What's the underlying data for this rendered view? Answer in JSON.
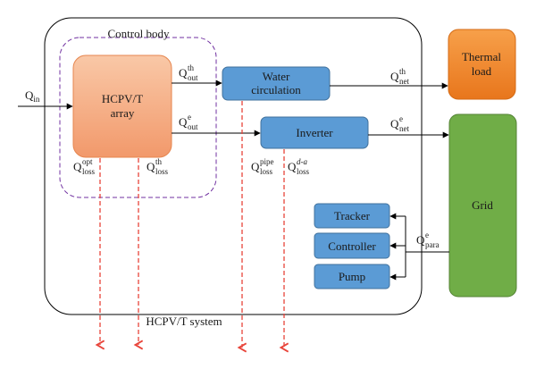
{
  "colors": {
    "hcpv_fill_top": "#f9c8a7",
    "hcpv_fill_bottom": "#f2996b",
    "blue_block": "#5b9bd5",
    "blue_stroke": "#41719c",
    "thermal_top": "#f7a04a",
    "thermal_bottom": "#e8761c",
    "grid_green": "#70ad47",
    "grid_stroke": "#548235",
    "control_border": "#7030a0",
    "loss_arrow": "#e8443a",
    "system_border": "#000000",
    "flow_arrow": "#000000"
  },
  "labels": {
    "control_body": "Control body",
    "hcpv_system": "HCPV/T system",
    "hcpv_array_line1": "HCPV/T",
    "hcpv_array_line2": "array",
    "water_line1": "Water",
    "water_line2": "circulation",
    "inverter": "Inverter",
    "thermal_line1": "Thermal",
    "thermal_line2": "load",
    "grid": "Grid",
    "tracker": "Tracker",
    "controller": "Controller",
    "pump": "Pump"
  },
  "flows": {
    "q_in": {
      "base": "Q",
      "sub": "in"
    },
    "q_out_th": {
      "base": "Q",
      "sup": "th",
      "sub": "out"
    },
    "q_out_e": {
      "base": "Q",
      "sup": "e",
      "sub": "out"
    },
    "q_net_th": {
      "base": "Q",
      "sup": "th",
      "sub": "net"
    },
    "q_net_e": {
      "base": "Q",
      "sup": "e",
      "sub": "net"
    },
    "q_para_e": {
      "base": "Q",
      "sup": "e",
      "sub": "para"
    },
    "q_loss_opt": {
      "base": "Q",
      "sup": "opt",
      "sub": "loss"
    },
    "q_loss_th": {
      "base": "Q",
      "sup": "th",
      "sub": "loss"
    },
    "q_loss_pipe": {
      "base": "Q",
      "sup": "pipe",
      "sub": "loss"
    },
    "q_loss_da": {
      "base": "Q",
      "sup": "d-a",
      "sub": "loss"
    }
  }
}
